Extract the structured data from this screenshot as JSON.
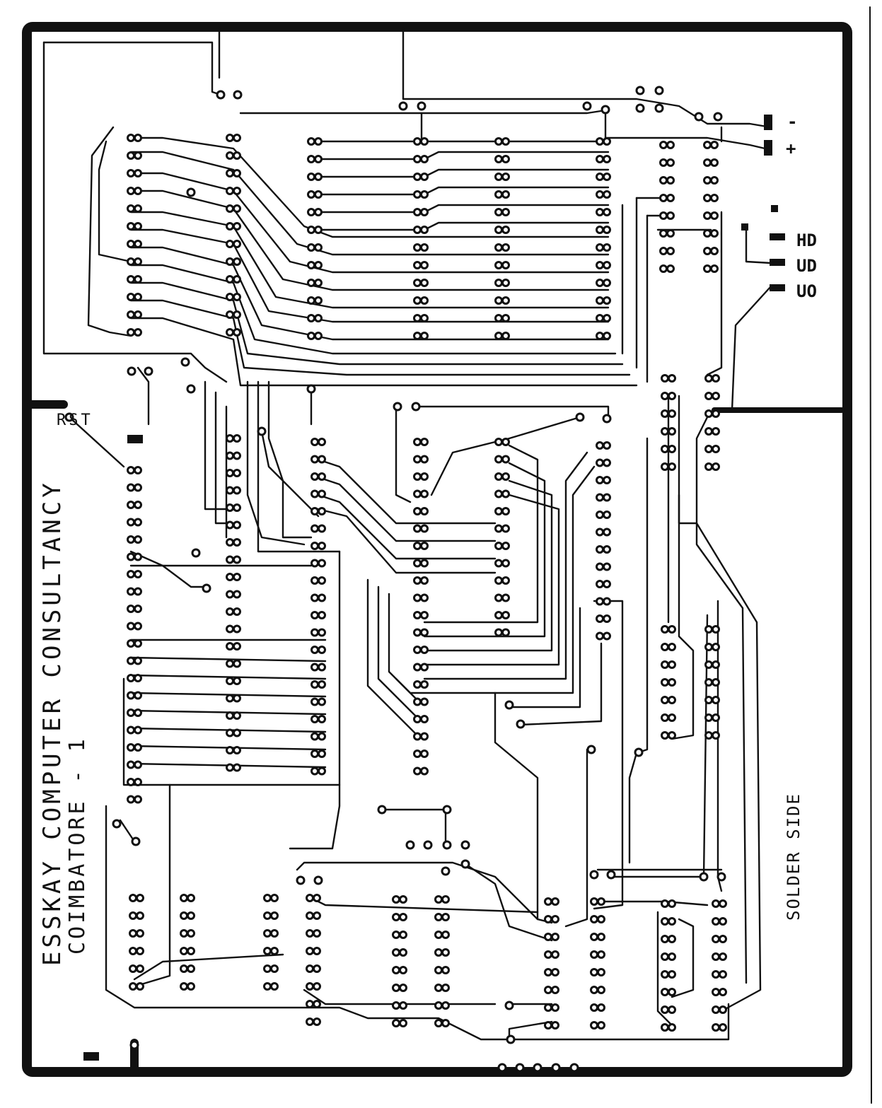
{
  "board": {
    "company_line": "ESSKAY COMPUTER CONSULTANCY",
    "city_line": "COIMBATORE - 1",
    "side_label": "SOLDER SIDE",
    "reset_label": "RST",
    "power_minus": "-",
    "power_plus": "+",
    "pin_labels": [
      "HD",
      "UD",
      "UO"
    ]
  },
  "colors": {
    "copper": "#111111",
    "background": "#ffffff"
  }
}
